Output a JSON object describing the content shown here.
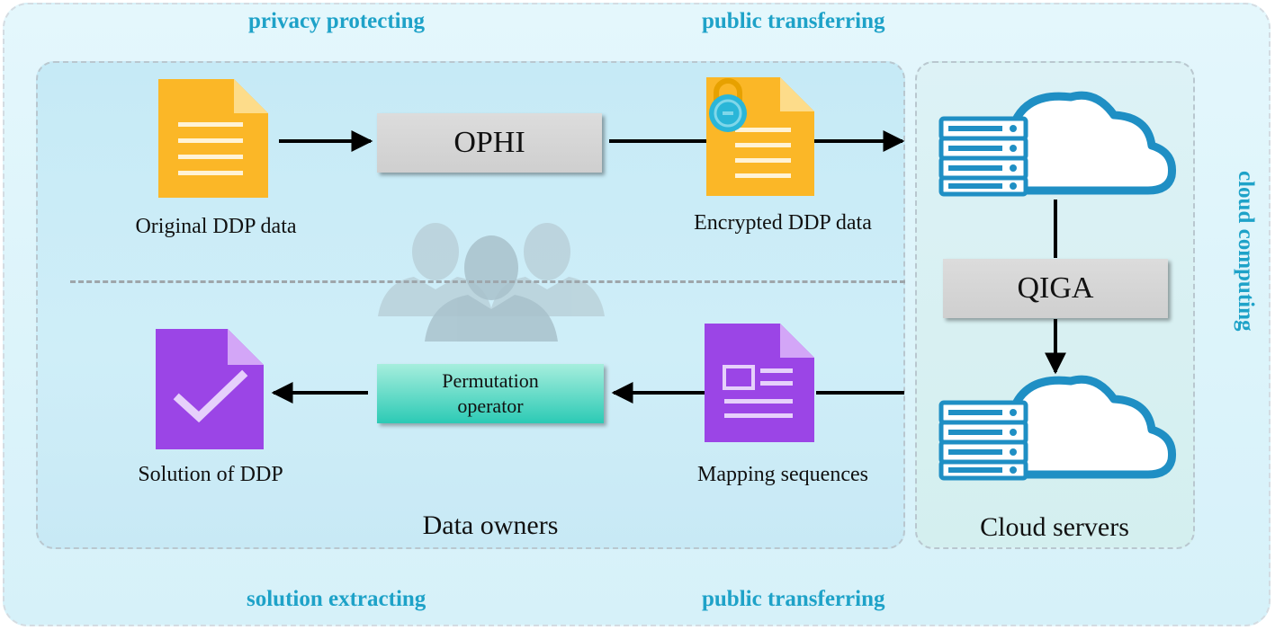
{
  "phases": {
    "top_left": "privacy protecting",
    "top_right": "public transferring",
    "bottom_left": "solution extracting",
    "bottom_right": "public transferring",
    "right": "cloud computing"
  },
  "nodes": {
    "original": "Original DDP data",
    "encrypted": "Encrypted DDP data",
    "mapping": "Mapping sequences",
    "solution": "Solution of DDP"
  },
  "processes": {
    "ophi": "OPHI",
    "qiga": "QIGA",
    "permutation_line1": "Permutation",
    "permutation_line2": "operator"
  },
  "panels": {
    "owners": "Data owners",
    "cloud": "Cloud servers"
  },
  "colors": {
    "accent": "#1ea2c8",
    "document_yellow": "#fbb727",
    "document_purple": "#9b45e6",
    "cloud_blue": "#1f8fc4",
    "lock": "#2ab6d8"
  }
}
